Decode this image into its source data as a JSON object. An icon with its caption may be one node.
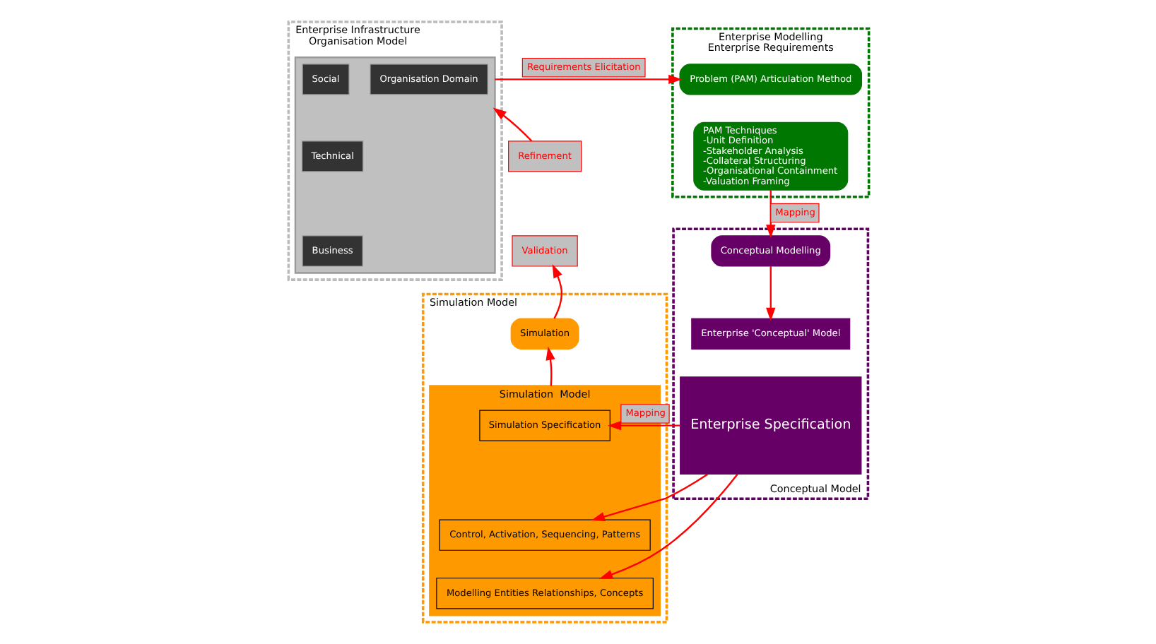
{
  "diagram": {
    "nodes": [
      {
        "text": [
          "Enterprise Infrastructure",
          "Organisation Model"
        ]
      },
      {
        "text": [],
        "shape": "box",
        "in": 0
      },
      {
        "text": [
          "Organisation Domain"
        ],
        "in": 1
      },
      {
        "text": [
          "Social"
        ],
        "in": 1
      },
      {
        "text": [
          "Technical"
        ],
        "in": 1
      },
      {
        "text": [
          "Business"
        ],
        "in": 1
      },
      {
        "text": [
          "Enterprise Modelling",
          "Enterprise Requirements"
        ]
      },
      {
        "text": [
          "Problem (PAM) Articulation Method"
        ],
        "in": 6
      },
      {
        "text": [
          "PAM Techniques",
          "-Unit Definition",
          "-Stakeholder Analysis",
          "-Collateral Structuring",
          "-Organisational Containment",
          "-Valuation Framing"
        ],
        "in": 6
      },
      {
        "text": [
          "Refinement"
        ]
      },
      {
        "text": [
          "Validation"
        ]
      },
      {
        "text": [
          "Simulation Model"
        ]
      },
      {
        "text": [
          "Simulation"
        ],
        "in": 11
      },
      {
        "text": [
          "Simulation  Model"
        ],
        "in": 11
      },
      {
        "text": [
          "Simulation Specification"
        ],
        "in": 13
      },
      {
        "text": [
          "Control, Activation, Sequencing, Patterns"
        ],
        "in": 13
      },
      {
        "text": [
          "Modelling Entities Relationships, Concepts"
        ],
        "in": 13
      },
      {
        "text": [
          "Conceptual Model"
        ]
      },
      {
        "text": [
          "Conceptual Modelling"
        ],
        "in": 17
      },
      {
        "text": [
          "Enterprise 'Conceptual' Model"
        ],
        "in": 17
      },
      {
        "text": [
          "Enterprise Specification"
        ],
        "in": 17
      }
    ],
    "edges": [
      {
        "from": 1,
        "to": 7,
        "arrow": "to",
        "label": "Requirements Elicitation"
      },
      {
        "from": 9,
        "to": 1,
        "arrow": "to"
      },
      {
        "from": 12,
        "to": 10,
        "arrow": "to"
      },
      {
        "from": 8,
        "to": 18,
        "arrow": "to",
        "label": "Mapping"
      },
      {
        "from": 13,
        "to": 12,
        "arrow": "to"
      },
      {
        "from": 18,
        "to": 19,
        "arrow": "to"
      },
      {
        "from": 20,
        "to": 14,
        "arrow": "to",
        "label": "Mapping"
      },
      {
        "from": 20,
        "to": 15,
        "arrow": "to"
      },
      {
        "from": 20,
        "to": 16,
        "arrow": "to"
      }
    ]
  }
}
